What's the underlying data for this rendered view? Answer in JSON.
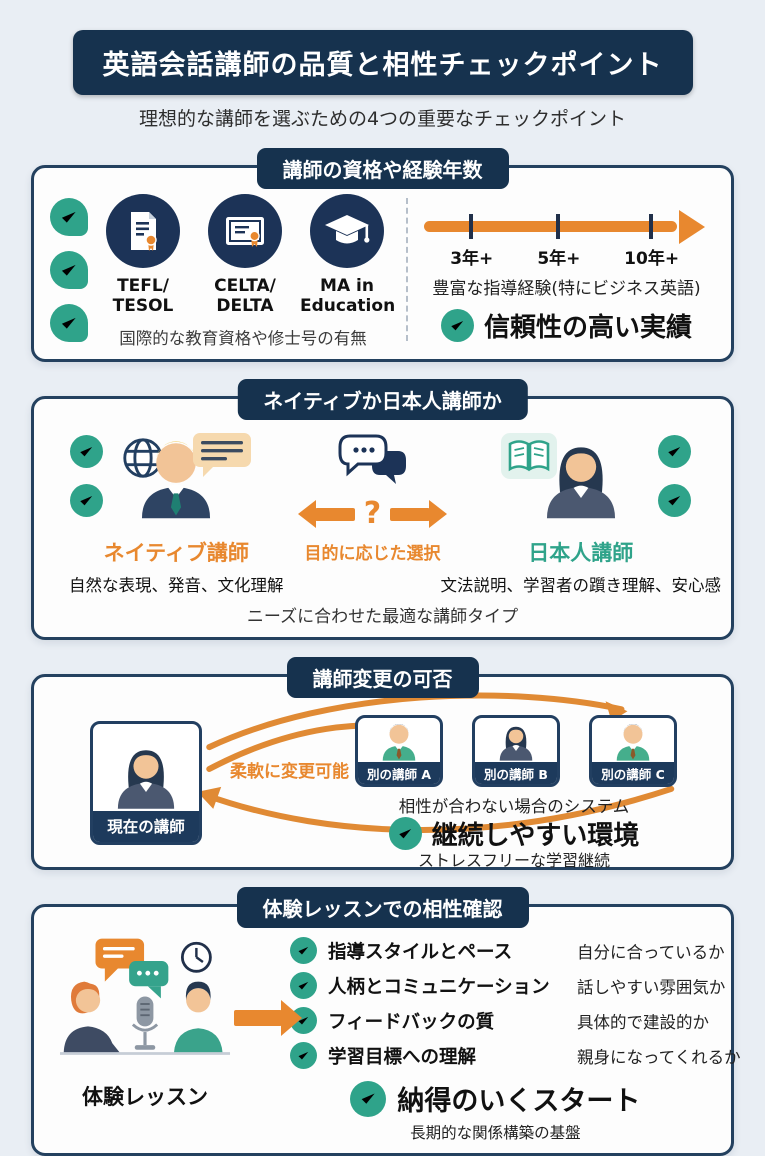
{
  "colors": {
    "navy": "#16324e",
    "teal": "#2fa38a",
    "orange": "#e8882f",
    "background": "#e9eef4"
  },
  "header": {
    "title": "英語会話講師の品質と相性チェックポイント",
    "subtitle": "理想的な講師を選ぶための4つの重要なチェックポイント"
  },
  "section1": {
    "header": "講師の資格や経験年数",
    "qualifications": [
      {
        "icon": "certificate-icon",
        "line1": "TEFL/",
        "line2": "TESOL"
      },
      {
        "icon": "diploma-icon",
        "line1": "CELTA/",
        "line2": "DELTA"
      },
      {
        "icon": "graduation-cap-icon",
        "line1": "MA in",
        "line2": "Education"
      }
    ],
    "caption": "国際的な教育資格や修士号の有無",
    "timeline": {
      "ticks": [
        "3年+",
        "5年+",
        "10年+"
      ]
    },
    "experience_caption": "豊富な指導経験(特にビジネス英語)",
    "highlight": "信頼性の高い実績"
  },
  "section2": {
    "header": "ネイティブか日本人講師か",
    "native": {
      "title": "ネイティブ講師",
      "desc": "自然な表現、発音、文化理解"
    },
    "center": {
      "question": "?",
      "label": "目的に応じた選択"
    },
    "japanese": {
      "title": "日本人講師",
      "desc": "文法説明、学習者の躓き理解、安心感"
    },
    "bottom": "ニーズに合わせた最適な講師タイプ"
  },
  "section3": {
    "header": "講師変更の可否",
    "current_label": "現在の講師",
    "arrow_label": "柔軟に変更可能",
    "alternatives": [
      "別の講師 A",
      "別の講師 B",
      "別の講師 C"
    ],
    "caption": "相性が合わない場合のシステム",
    "highlight": "継続しやすい環境",
    "sub": "ストレスフリーな学習継続"
  },
  "section4": {
    "header": "体験レッスンでの相性確認",
    "illustration_label": "体験レッスン",
    "checklist": [
      {
        "label": "指導スタイルとペース",
        "desc": "自分に合っているか"
      },
      {
        "label": "人柄とコミュニケーション",
        "desc": "話しやすい雰囲気か"
      },
      {
        "label": "フィードバックの質",
        "desc": "具体的で建設的か"
      },
      {
        "label": "学習目標への理解",
        "desc": "親身になってくれるか"
      }
    ],
    "highlight": "納得のいくスタート",
    "sub": "長期的な関係構築の基盤"
  }
}
